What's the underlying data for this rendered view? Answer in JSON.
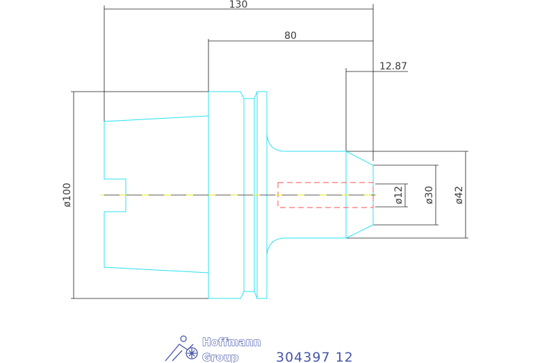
{
  "dimensions": {
    "overall_length": "130",
    "shank_length": "80",
    "end_offset": "12.87",
    "diameter_body": "ø100",
    "diameter_bore": "ø12",
    "diameter_collar": "ø30",
    "diameter_face": "ø42"
  },
  "footer": {
    "brand_line1": "Hoffmann",
    "brand_line2": "Group",
    "part_number": "304397 12"
  },
  "colors": {
    "outline": "#29e0f0",
    "hidden_lines": "#ff4d4d",
    "center_line": "#e8e800",
    "dimension_lines": "#1a1a1a",
    "brand": "#4654a8"
  }
}
